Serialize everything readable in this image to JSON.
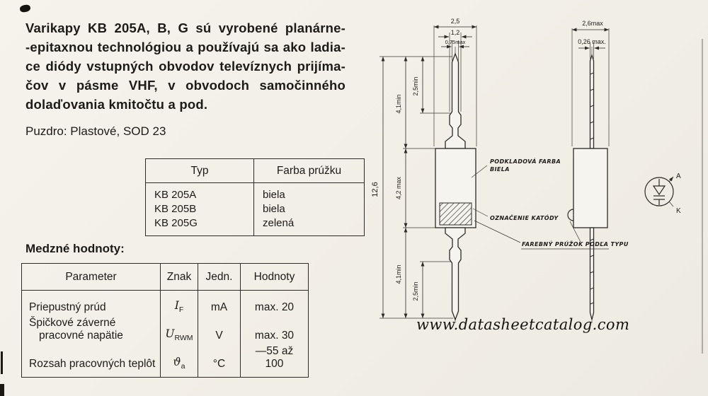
{
  "intro": {
    "lines": [
      "Varikapy KB 205A, B, G sú vyrobené planárne-",
      "-epitaxnou technológiou a používajú sa ako ladia-",
      "ce diódy vstupných obvodov televíznych prijíma-",
      "čov v pásme VHF, v obvodoch samočinného",
      "dolaďovania kmitočtu a pod."
    ]
  },
  "package_line": "Puzdro: Plastové, SOD 23",
  "type_table": {
    "headers": [
      "Typ",
      "Farba prúžku"
    ],
    "rows": [
      [
        "KB 205A",
        "biela"
      ],
      [
        "KB 205B",
        "biela"
      ],
      [
        "KB 205G",
        "zelená"
      ]
    ]
  },
  "limits": {
    "title": "Medzné hodnoty:",
    "headers": [
      "Parameter",
      "Znak",
      "Jedn.",
      "Hodnoty"
    ],
    "rows": [
      {
        "param1": "Priepustný prúd",
        "znak_main": "I",
        "znak_sub": "F",
        "jedn": "mA",
        "hodnoty": "max. 20"
      },
      {
        "param1": "Špičkové záverné",
        "param2": "pracovné napätie",
        "znak_main": "U",
        "znak_sub": "RWM",
        "jedn": "V",
        "hodnoty": "max. 30"
      },
      {
        "param1": "Rozsah pracovných teplôt",
        "znak_main": "ϑ",
        "znak_sub": "a",
        "jedn": "°C",
        "hodnoty": "—55 až 100"
      }
    ]
  },
  "drawing": {
    "dims": {
      "top_width": "2,5",
      "mid_width": "1,2",
      "lead_width": "0,75max",
      "tip_top": "2,5min",
      "lead_top": "4,1min",
      "overall": "12,6",
      "body": "4,2 max",
      "lead_bottom": "4,1min",
      "tip_bottom": "2,5min",
      "side_width": "2,6max",
      "side_lead": "0,26 max."
    },
    "labels": {
      "base_color_1": "PODKLADOVÁ FARBA",
      "base_color_2": "BIELA",
      "cathode_mark": "OZNAČENIE KATÓDY",
      "stripe": "FAREBNÝ PRÚŽOK PODĽA TYPU",
      "anode": "A",
      "cathode": "K"
    }
  },
  "footer": {
    "url": "www.datasheetcatalog.com"
  }
}
